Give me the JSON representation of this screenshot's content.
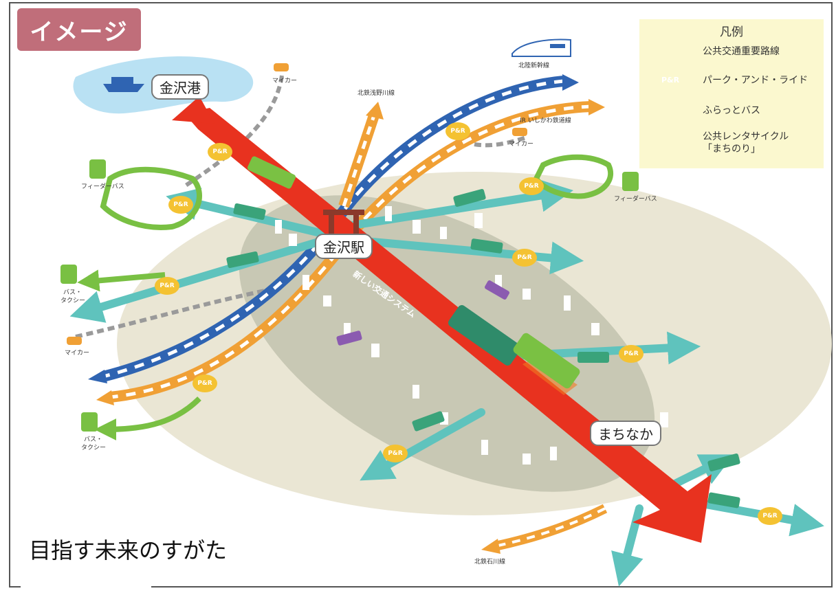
{
  "badge": "イメージ",
  "legend": {
    "title": "凡例",
    "items": [
      {
        "symbol": "teal-double-arrow-icon",
        "label": "公共交通重要路線"
      },
      {
        "symbol": "park-and-ride-icon",
        "symbol_text": "P&R",
        "label": "パーク・アンド・ライド"
      },
      {
        "symbol": "purple-bus-icon",
        "label": "ふらっとバス"
      },
      {
        "symbol": "bicycle-icon",
        "label": "公共レンタサイクル\n「まちのり」"
      }
    ]
  },
  "places": {
    "port": "金沢港",
    "station": "金沢駅",
    "downtown": "まちなか"
  },
  "lines": {
    "shinkansen": "北陸新幹線",
    "asanogawa": "北鉄浅野川線",
    "ir": "IR いしかわ鉄道線",
    "ishikawa": "北鉄石川線",
    "new_transit": "新しい交通システム"
  },
  "small_labels": {
    "car": "マイカー",
    "feeder_bus": "フィーダーバス",
    "bus_taxi_1": "バス・",
    "bus_taxi_2": "タクシー"
  },
  "pr_label": "P&R",
  "caption": "目指す未来のすがた",
  "colors": {
    "red_arrow": "#e8321f",
    "teal": "#5fc3bd",
    "orange": "#f0a035",
    "blue": "#2f64b2",
    "green": "#79c043",
    "pr": "#f4c232",
    "badge": "#c06e7a"
  }
}
